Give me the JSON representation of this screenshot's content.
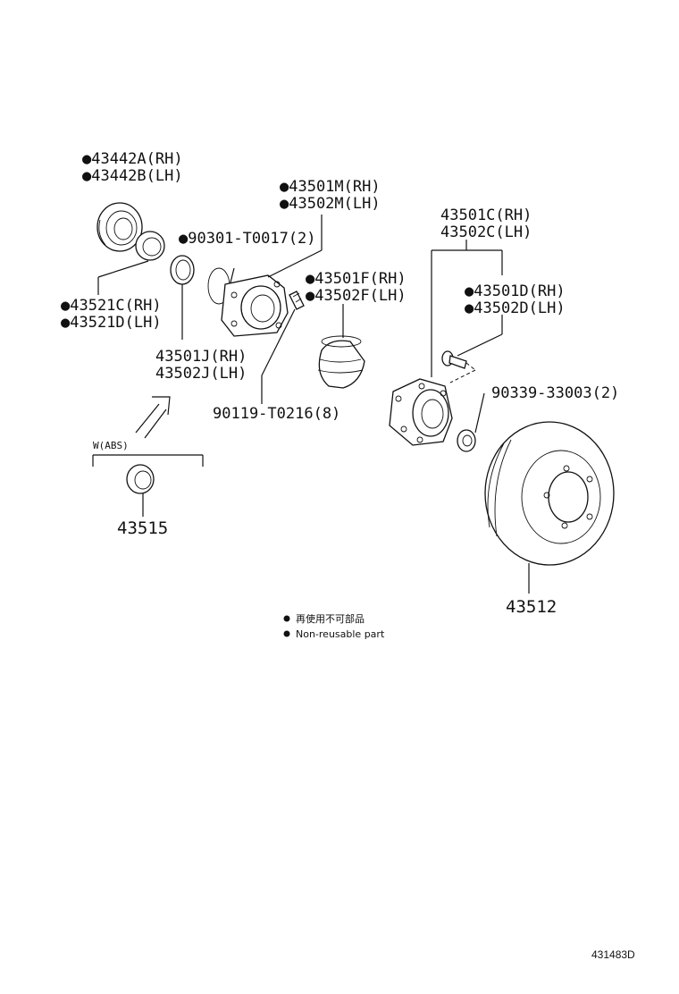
{
  "labels": {
    "seal_rh": "●43442A(RH)",
    "seal_lh": "●43442B(LH)",
    "hub_bearing_rh": "●43501M(RH)",
    "hub_bearing_lh": "●43502M(LH)",
    "oring": "●90301-T0017(2)",
    "inner_seal_rh": "●43521C(RH)",
    "inner_seal_lh": "●43521D(LH)",
    "cap_rh": "●43501F(RH)",
    "cap_lh": "●43502F(LH)",
    "hub_rh": "43501J(RH)",
    "hub_lh": "43502J(LH)",
    "bolt": "90119-T0216(8)",
    "axle_hub_rh": "43501C(RH)",
    "axle_hub_lh": "43502C(LH)",
    "hub_bolt_rh": "●43501D(RH)",
    "hub_bolt_lh": "●43502D(LH)",
    "nut": "90339-33003(2)",
    "abs_group": "W(ABS)",
    "abs_rotor": "43515",
    "disc": "43512"
  },
  "legend": {
    "jp": "再使用不可部品",
    "en": "Non-reusable part"
  },
  "diagram_code": "431483D"
}
